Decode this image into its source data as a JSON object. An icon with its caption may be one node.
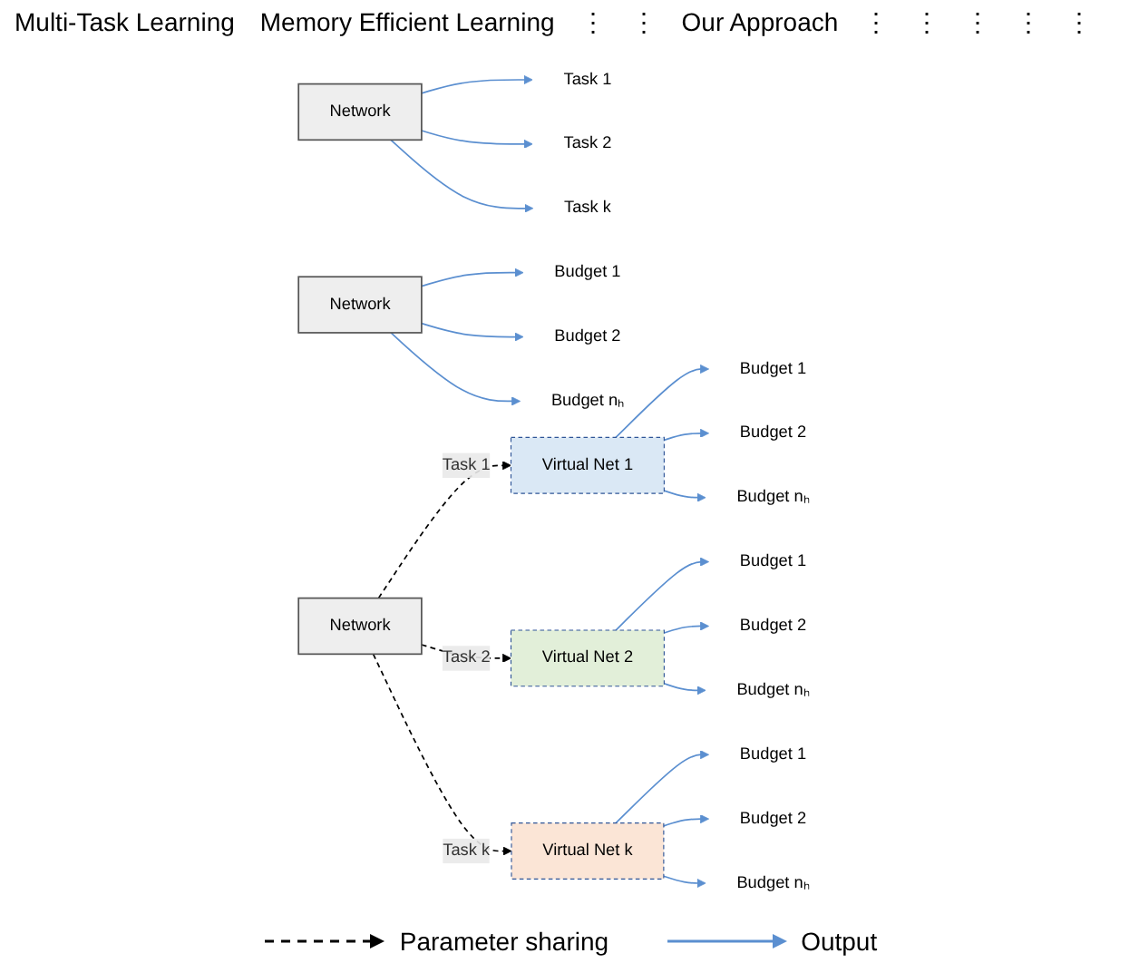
{
  "diagram": {
    "nodes": [
      {
        "text": [
          "Network"
        ]
      },
      {
        "text": [
          "Task 1"
        ]
      },
      {
        "text": [
          "Task 2"
        ]
      },
      {
        "text": [
          "Task k"
        ]
      },
      {
        "text": [
          "Network"
        ]
      },
      {
        "text": [
          "Budget 1"
        ]
      },
      {
        "text": [
          "Budget 2"
        ]
      },
      {
        "text": [
          "Budget nₕ"
        ]
      },
      {
        "text": [
          "Network"
        ]
      },
      {
        "text": [
          "Virtual Net 1"
        ]
      },
      {
        "text": [
          "Virtual Net 2"
        ]
      },
      {
        "text": [
          "Virtual Net k"
        ]
      },
      {
        "text": [
          "Budget 1"
        ]
      },
      {
        "text": [
          "Budget 2"
        ]
      },
      {
        "text": [
          "Budget nₕ"
        ]
      },
      {
        "text": [
          "Budget 1"
        ]
      },
      {
        "text": [
          "Budget 2"
        ]
      },
      {
        "text": [
          "Budget nₕ"
        ]
      },
      {
        "text": [
          "Budget 1"
        ]
      },
      {
        "text": [
          "Budget 2"
        ]
      },
      {
        "text": [
          "Budget nₕ"
        ]
      }
    ],
    "edges": [
      {
        "from": 0,
        "to": 1,
        "arrow": "to"
      },
      {
        "from": 0,
        "to": 2,
        "arrow": "to"
      },
      {
        "from": 0,
        "to": 3,
        "arrow": "to"
      },
      {
        "from": 4,
        "to": 5,
        "arrow": "to"
      },
      {
        "from": 4,
        "to": 6,
        "arrow": "to"
      },
      {
        "from": 4,
        "to": 7,
        "arrow": "to"
      },
      {
        "from": 8,
        "to": 9,
        "arrow": "to",
        "label": "Task 1",
        "style": "dashed",
        "color": "#000000"
      },
      {
        "from": 8,
        "to": 10,
        "arrow": "to",
        "label": "Task 2",
        "style": "dashed",
        "color": "#000000"
      },
      {
        "from": 8,
        "to": 11,
        "arrow": "to",
        "label": "Task k",
        "style": "dashed",
        "color": "#000000"
      },
      {
        "from": 9,
        "to": 12,
        "arrow": "to"
      },
      {
        "from": 9,
        "to": 13,
        "arrow": "to"
      },
      {
        "from": 9,
        "to": 14,
        "arrow": "to"
      },
      {
        "from": 10,
        "to": 15,
        "arrow": "to"
      },
      {
        "from": 10,
        "to": 16,
        "arrow": "to"
      },
      {
        "from": 10,
        "to": 17,
        "arrow": "to"
      },
      {
        "from": 11,
        "to": 18,
        "arrow": "to"
      },
      {
        "from": 11,
        "to": 19,
        "arrow": "to"
      },
      {
        "from": 11,
        "to": 20,
        "arrow": "to"
      }
    ],
    "labels": [
      "Multi-Task Learning",
      "Memory Efficient Learning",
      "⋮",
      "⋮",
      "Our Approach",
      "⋮",
      "⋮",
      "⋮",
      "⋮",
      "⋮"
    ],
    "legend": [
      {
        "text": "Parameter sharing"
      },
      {
        "text": "Output"
      }
    ]
  }
}
